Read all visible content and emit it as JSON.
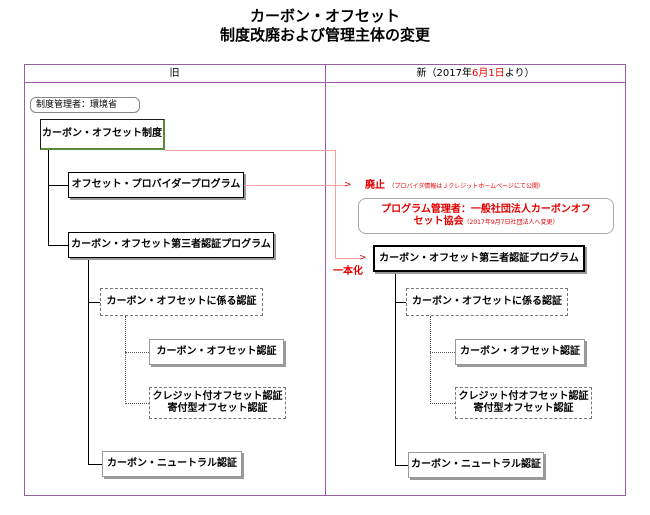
{
  "title": {
    "line1": "カーボン・オフセット",
    "line2": "制度改廃および管理主体の変更"
  },
  "header": {
    "old": "旧",
    "new_prefix": "新（2017年",
    "new_date": "6月1日",
    "new_suffix": "より）"
  },
  "old": {
    "manager_label": "制度管理者：環境省",
    "root": "カーボン・オフセット制度",
    "provider": "オフセット・プロバイダープログラム",
    "third_party": "カーボン・オフセット第三者認証プログラム",
    "offset_cert_group": "カーボン・オフセットに係る認証",
    "offset_cert": "カーボン・オフセット認証",
    "credit_cert_line1": "クレジット付オフセット認証",
    "credit_cert_line2": "寄付型オフセット認証",
    "neutral": "カーボン・ニュートラル認証"
  },
  "new": {
    "abolished": "廃止",
    "abolished_note": "（プロバイダ情報はＪクレジットホームページにて公開）",
    "manager_line1": "プログラム管理者：一般社団法人カーボンオフ",
    "manager_line2": "セット協会",
    "manager_note": "（2017年9月7日社団法人へ変更）",
    "unified": "一本化",
    "third_party": "カーボン・オフセット第三者認証プログラム",
    "offset_cert_group": "カーボン・オフセットに係る認証",
    "offset_cert": "カーボン・オフセット認証",
    "credit_cert_line1": "クレジット付オフセット認証",
    "credit_cert_line2": "寄付型オフセット認証",
    "neutral": "カーボン・ニュートラル認証"
  },
  "colors": {
    "frame": "#9b59a8",
    "accent_red": "#e00000",
    "connector_pink": "#f4a0a0",
    "root_box_accent": "#5a8a3a"
  }
}
